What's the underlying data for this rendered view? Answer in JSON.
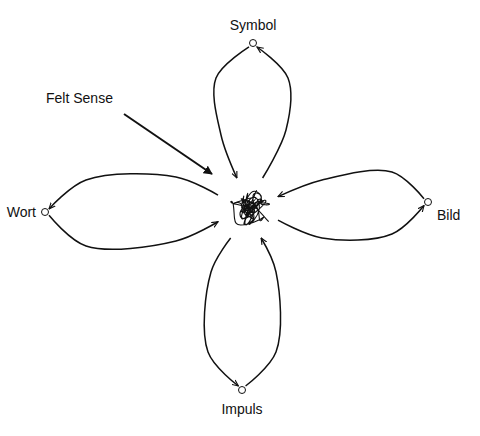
{
  "diagram": {
    "nodes": [
      {
        "text": [
          "Symbol"
        ]
      },
      {
        "text": [
          "Felt Sense"
        ]
      },
      {
        "text": [
          "Wort"
        ]
      },
      {
        "text": [
          "Bild"
        ]
      },
      {
        "text": [
          "Impuls"
        ]
      }
    ],
    "edges": [
      {
        "from": 1,
        "to": 0,
        "arrow": "to"
      },
      {
        "from": 0,
        "to": 1,
        "arrow": "to"
      },
      {
        "from": 3,
        "to": 1,
        "arrow": "to"
      },
      {
        "from": 1,
        "to": 3,
        "arrow": "to"
      },
      {
        "from": 2,
        "to": 1,
        "arrow": "to"
      },
      {
        "from": 1,
        "to": 2,
        "arrow": "to"
      },
      {
        "from": 1,
        "to": 4,
        "arrow": "to"
      },
      {
        "from": 4,
        "to": 1,
        "arrow": "to"
      }
    ]
  }
}
